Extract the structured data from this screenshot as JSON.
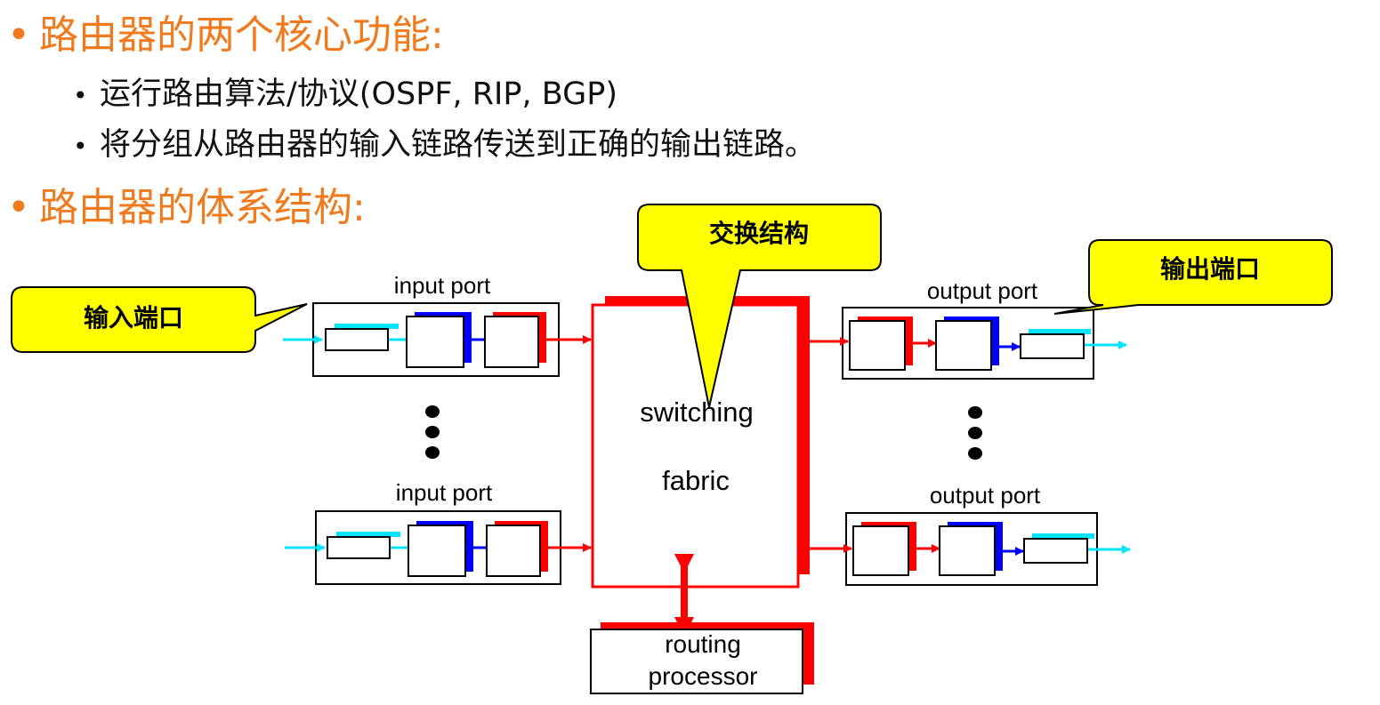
{
  "bullets": [
    {
      "text": "路由器的两个核心功能:",
      "sub": [
        "运行路由算法/协议(OSPF, RIP, BGP)",
        "将分组从路由器的输入链路传送到正确的输出链路。"
      ]
    },
    {
      "text": "路由器的体系结构:",
      "sub": []
    }
  ],
  "bullet_char": "•",
  "diagram": {
    "input_port_label": "input port",
    "output_port_label": "output port",
    "switching_fabric_line1": "switching",
    "switching_fabric_line2": "fabric",
    "routing_processor_line1": "routing",
    "routing_processor_line2": "processor",
    "callouts": {
      "switching": "交换结构",
      "input": "输入端口",
      "output": "输出端口"
    }
  },
  "colors": {
    "title_orange": "#f07a1e",
    "callout_fill": "#ffff00",
    "red": "#ff0000",
    "blue": "#0000ff",
    "cyan": "#00e5ff"
  }
}
